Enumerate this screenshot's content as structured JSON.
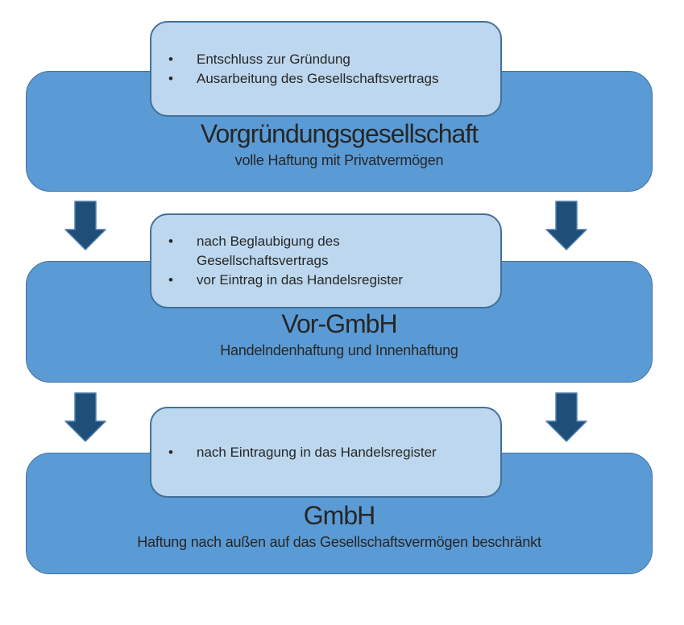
{
  "diagram": {
    "background": "#ffffff",
    "colors": {
      "stage_fill": "#5B9BD5",
      "stage_border": "#41719C",
      "note_fill": "#BDD7EE",
      "note_border": "#41719C",
      "arrow_fill": "#1F4E79",
      "arrow_border": "#4E81B0",
      "text": "#262626"
    },
    "icons": {
      "between_stages": "down-arrow-icon"
    },
    "stages": [
      {
        "title": "Vorgründungsgesellschaft",
        "subtitle": "volle Haftung mit Privatvermögen",
        "bullets": [
          "Entschluss zur Gründung",
          "Ausarbeitung des Gesellschaftsvertrags"
        ]
      },
      {
        "title": "Vor-GmbH",
        "subtitle": "Handelndenhaftung und Innenhaftung",
        "bullets": [
          "nach Beglaubigung des Gesellschaftsvertrags",
          "vor Eintrag in das Handelsregister"
        ]
      },
      {
        "title": "GmbH",
        "subtitle": "Haftung nach außen auf das Gesellschaftsvermögen beschränkt",
        "bullets": [
          "nach Eintragung in das Handelsregister"
        ]
      }
    ]
  }
}
